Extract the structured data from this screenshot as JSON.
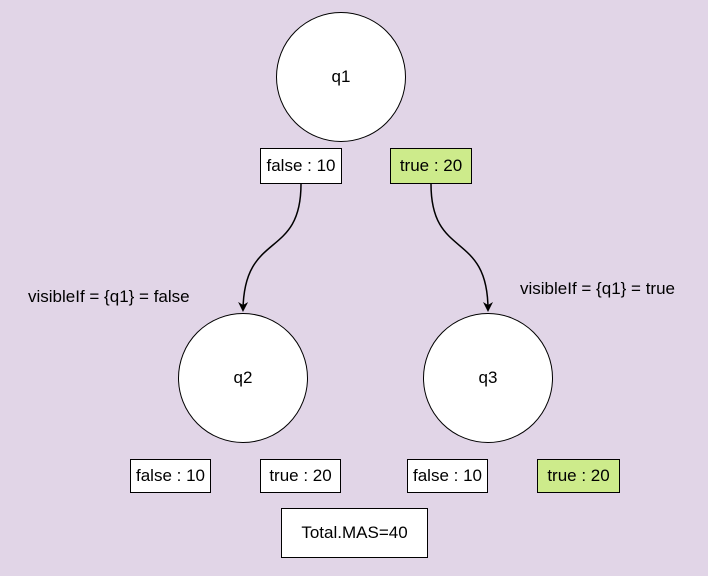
{
  "nodes": {
    "q1": "q1",
    "q2": "q2",
    "q3": "q3"
  },
  "options": {
    "q1": {
      "false": "false : 10",
      "true": "true : 20",
      "selected": "true"
    },
    "q2": {
      "false": "false : 10",
      "true": "true : 20",
      "selected": null
    },
    "q3": {
      "false": "false : 10",
      "true": "true : 20",
      "selected": "true"
    }
  },
  "conditions": {
    "q2": "visibleIf = {q1} = false",
    "q3": "visibleIf = {q1} = true"
  },
  "total": "Total.MAS=40",
  "colors": {
    "background": "#e1d5e7",
    "selected_fill": "#cdeb8b"
  }
}
